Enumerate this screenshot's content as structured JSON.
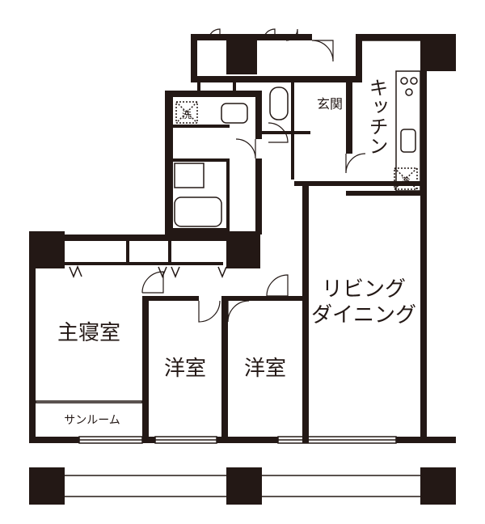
{
  "rooms": {
    "master_bedroom": "主寝室",
    "western_room_1": "洋室",
    "western_room_2": "洋室",
    "living_dining_line1": "リビング",
    "living_dining_line2": "ダイニング",
    "kitchen": "キッチン",
    "entrance": "玄関",
    "sunroom": "サンルーム"
  },
  "symbols": {
    "washer": "洗",
    "fridge": "冷"
  },
  "colors": {
    "wall": "#231815",
    "background": "#ffffff"
  }
}
